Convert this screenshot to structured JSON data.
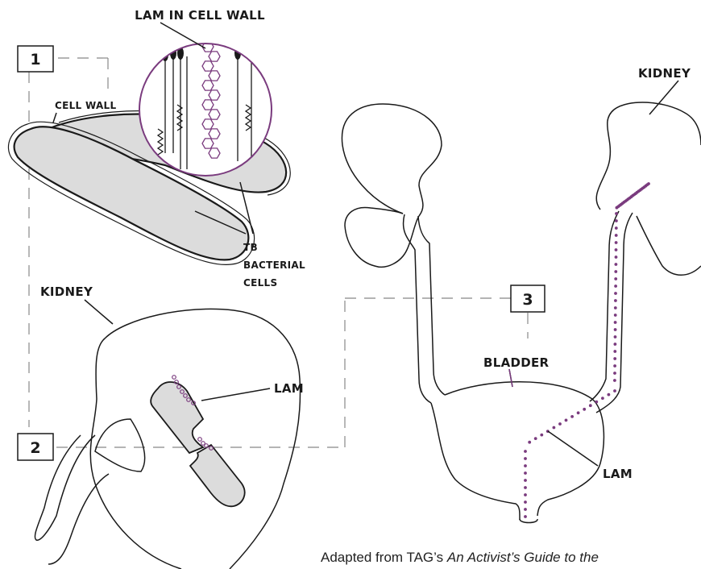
{
  "labels": {
    "lam_in_cell_wall": "LAM IN CELL WALL",
    "cell_wall": "CELL WALL",
    "tb_line1": "TB",
    "tb_line2": "BACTERIAL",
    "tb_line3": "CELLS",
    "kidney_left": "KIDNEY",
    "lam_kidney": "LAM",
    "kidney_right": "KIDNEY",
    "bladder": "BLADDER",
    "lam_bladder": "LAM"
  },
  "steps": [
    "1",
    "2",
    "3"
  ],
  "caption": {
    "prefix": "Adapted from TAG’s ",
    "title": "An Activist’s Guide to the"
  },
  "colors": {
    "lam_purple": "#7a3b7e",
    "bacteria_fill": "#dcdcdc",
    "outline": "#1a1a1a",
    "dashed_line": "#888888"
  }
}
